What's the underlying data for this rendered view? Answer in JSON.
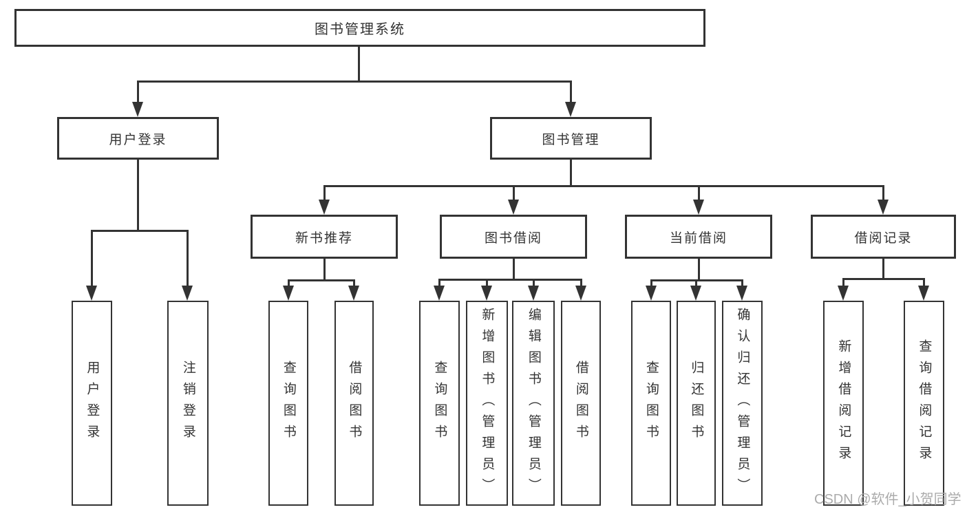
{
  "tree": {
    "root": "图书管理系统",
    "children": [
      {
        "label": "用户登录",
        "children": [
          {
            "label": "用户登录"
          },
          {
            "label": "注销登录"
          }
        ]
      },
      {
        "label": "图书管理",
        "children": [
          {
            "label": "新书推荐",
            "children": [
              {
                "label": "查询图书"
              },
              {
                "label": "借阅图书"
              }
            ]
          },
          {
            "label": "图书借阅",
            "children": [
              {
                "label": "查询图书"
              },
              {
                "label": "新增图书（管理员）"
              },
              {
                "label": "编辑图书（管理员）"
              },
              {
                "label": "借阅图书"
              }
            ]
          },
          {
            "label": "当前借阅",
            "children": [
              {
                "label": "查询图书"
              },
              {
                "label": "归还图书"
              },
              {
                "label": "确认归还（管理员）"
              }
            ]
          },
          {
            "label": "借阅记录",
            "children": [
              {
                "label": "新增借阅记录"
              },
              {
                "label": "查询借阅记录"
              }
            ]
          }
        ]
      }
    ]
  },
  "watermark": {
    "text": "CSDN @软件_小贺同学"
  },
  "colors": {
    "line": "#333333",
    "box_border": "#333333",
    "box_fill": "#ffffff",
    "text": "#333333",
    "watermark": "#ababab",
    "background": "#ffffff"
  }
}
